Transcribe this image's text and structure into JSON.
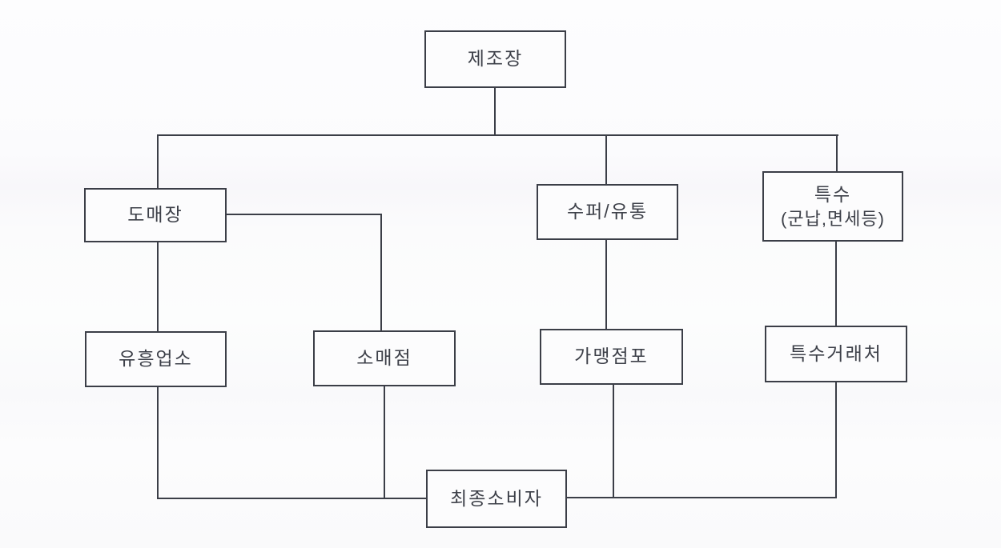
{
  "diagram": {
    "title_hint": "liquor distribution channel flow chart (scanned document)",
    "colors": {
      "line": "#3b3e47",
      "text": "#3d4049",
      "background": "#fbfbfd"
    },
    "nodes": {
      "manufacturer": {
        "label": "제조장"
      },
      "wholesaler": {
        "label": "도매장"
      },
      "super_distrib": {
        "label": "수퍼/유통"
      },
      "special": {
        "title": "특수",
        "subtitle": "(군납,면세등)"
      },
      "entertainment": {
        "label": "유흥업소"
      },
      "retail": {
        "label": "소매점"
      },
      "franchise": {
        "label": "가맹점포"
      },
      "special_accounts": {
        "label": "특수거래처"
      },
      "final_consumer": {
        "label": "최종소비자"
      }
    },
    "edges": [
      {
        "from": "manufacturer",
        "to": "wholesaler"
      },
      {
        "from": "manufacturer",
        "to": "super_distrib"
      },
      {
        "from": "manufacturer",
        "to": "special"
      },
      {
        "from": "wholesaler",
        "to": "entertainment"
      },
      {
        "from": "wholesaler",
        "to": "retail"
      },
      {
        "from": "super_distrib",
        "to": "franchise"
      },
      {
        "from": "special",
        "to": "special_accounts"
      },
      {
        "from": "entertainment",
        "to": "final_consumer"
      },
      {
        "from": "retail",
        "to": "final_consumer"
      },
      {
        "from": "franchise",
        "to": "final_consumer"
      },
      {
        "from": "special_accounts",
        "to": "final_consumer"
      }
    ]
  }
}
